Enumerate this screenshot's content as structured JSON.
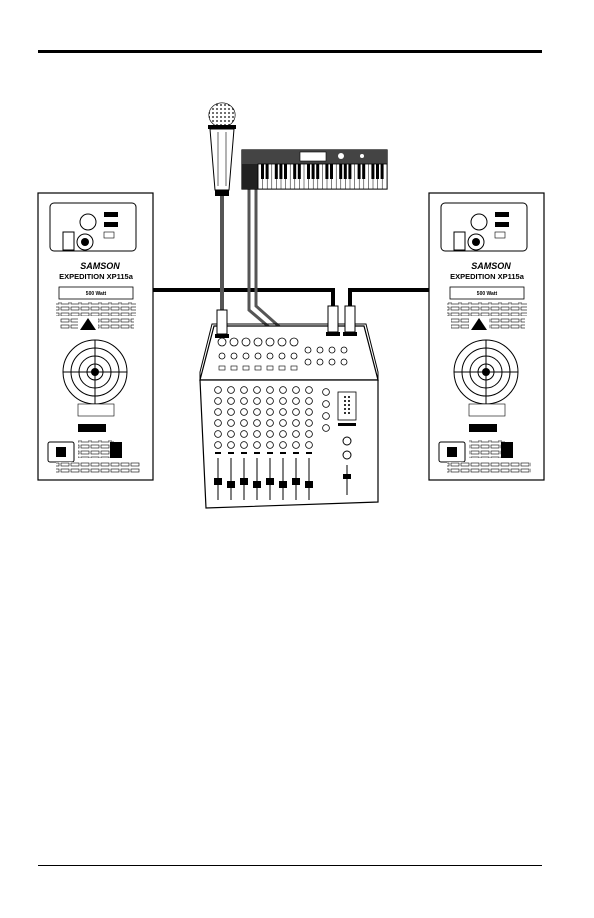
{
  "left_speaker": {
    "brand": "SAMSON",
    "model": "EXPEDITION XP115a",
    "power_label": "500 Watt"
  },
  "right_speaker": {
    "brand": "SAMSON",
    "model": "EXPEDITION XP115a",
    "power_label": "500 Watt"
  },
  "icons": [
    "microphone-icon",
    "keyboard-icon",
    "mixer-icon",
    "speaker-icon",
    "xlr-connector-icon"
  ]
}
